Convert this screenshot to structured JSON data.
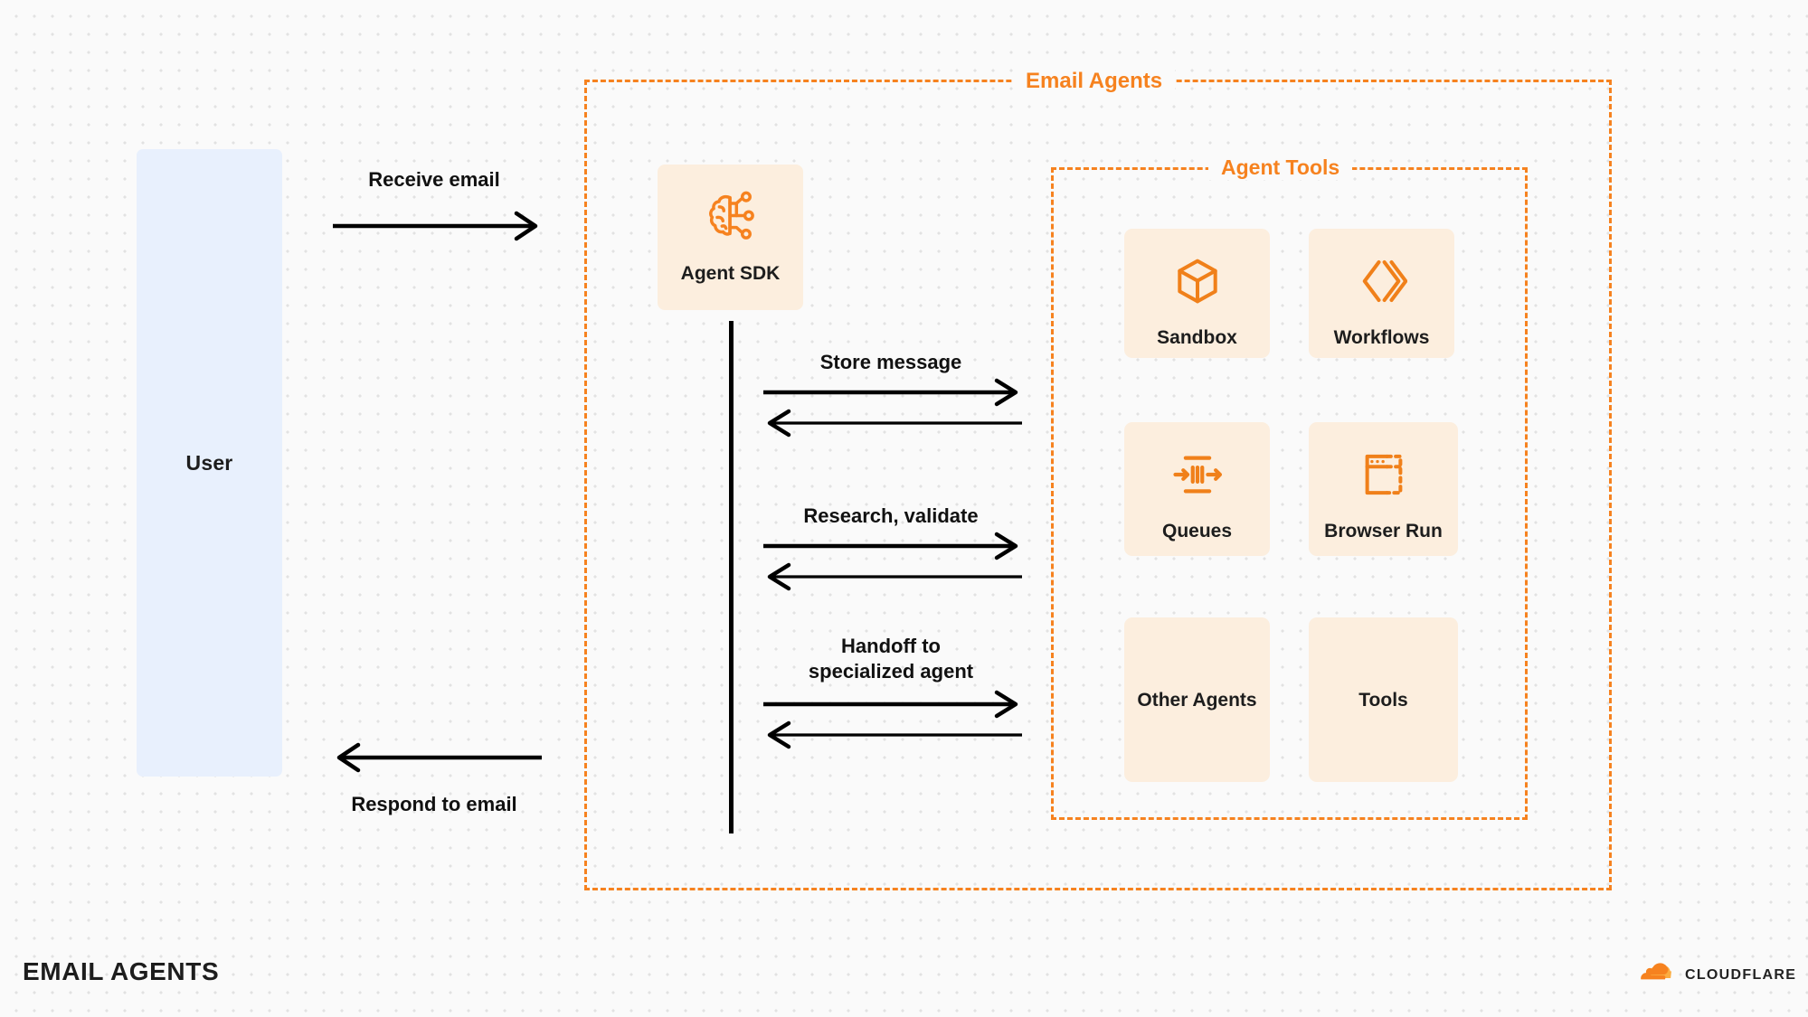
{
  "diagram": {
    "footer_title": "EMAIL AGENTS",
    "actor": {
      "label": "User",
      "color": "#E8F0FD"
    },
    "outer_group": {
      "label": "Email Agents",
      "color": "#F6821F"
    },
    "inner_group": {
      "label": "Agent Tools",
      "color": "#F6821F"
    },
    "agent": {
      "label": "Agent SDK",
      "icon": "brain-circuit-icon",
      "card_color": "#FCEEDE",
      "icon_color": "#F6821F"
    },
    "tools": [
      {
        "label": "Sandbox",
        "icon": "cube-icon",
        "has_icon": true
      },
      {
        "label": "Workflows",
        "icon": "chevrons-icon",
        "has_icon": true
      },
      {
        "label": "Queues",
        "icon": "queue-arrows-icon",
        "has_icon": true
      },
      {
        "label": "Browser Run",
        "icon": "browser-window-icon",
        "has_icon": true
      },
      {
        "label": "Other\nAgents",
        "icon": "",
        "has_icon": false
      },
      {
        "label": "Tools",
        "icon": "",
        "has_icon": false
      }
    ],
    "flows": [
      {
        "label": "Receive email",
        "direction": "right",
        "position": "above"
      },
      {
        "label": "Respond to email",
        "direction": "left",
        "position": "below"
      },
      {
        "label": "Store message",
        "direction": "both",
        "position": "above"
      },
      {
        "label": "Research, validate",
        "direction": "both",
        "position": "above"
      },
      {
        "label": "Handoff to\nspecialized agent",
        "direction": "both",
        "position": "above"
      }
    ],
    "brand": {
      "name": "CLOUDFLARE",
      "primary": "#F6821F",
      "secondary": "#FBAD41"
    }
  }
}
